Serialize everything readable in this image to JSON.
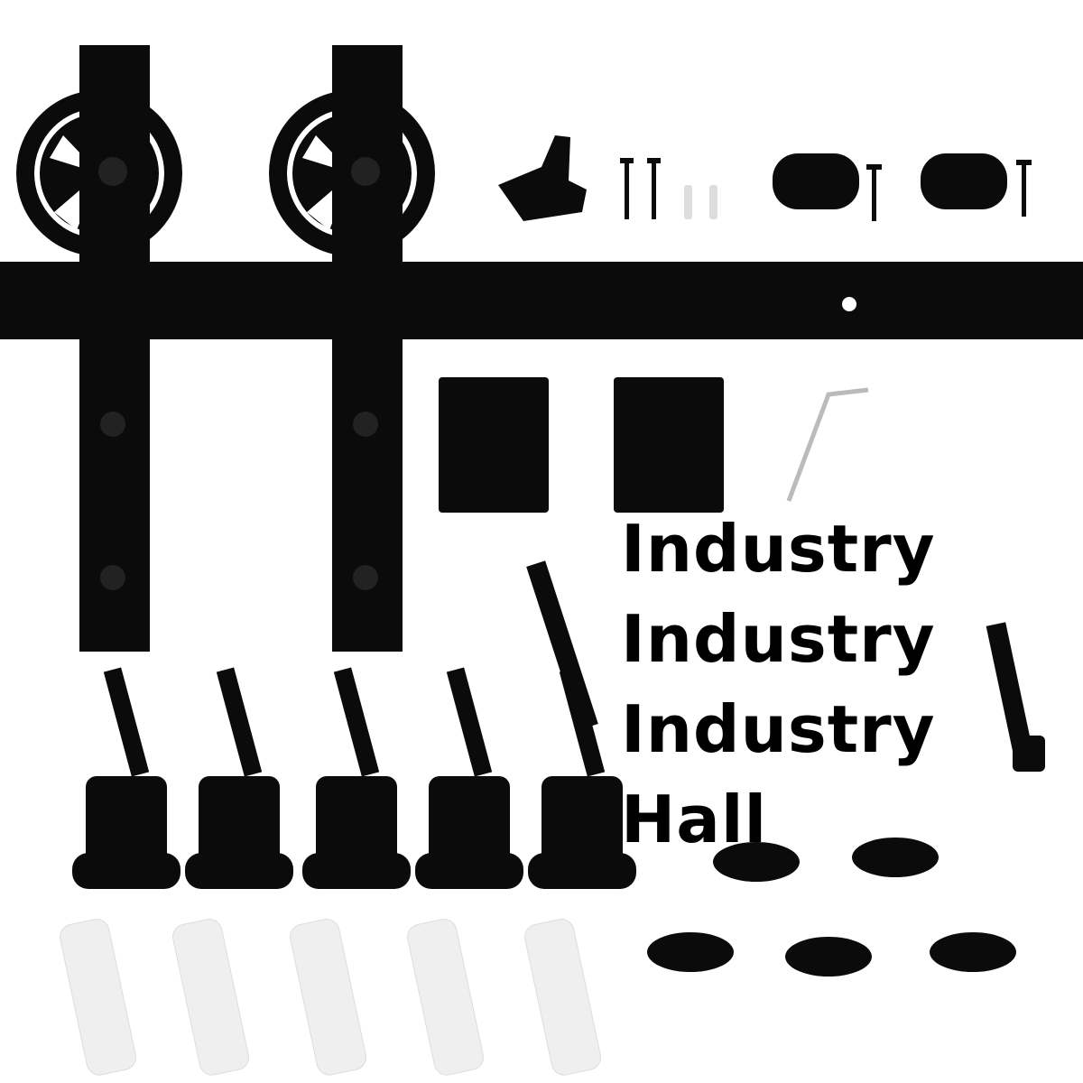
{
  "caption": {
    "lines": [
      "Industry",
      "Industry",
      "Industry",
      "Hall"
    ]
  },
  "colors": {
    "hardware": "#0b0b0b",
    "anchor": "#eeeeee",
    "background": "#ffffff"
  }
}
